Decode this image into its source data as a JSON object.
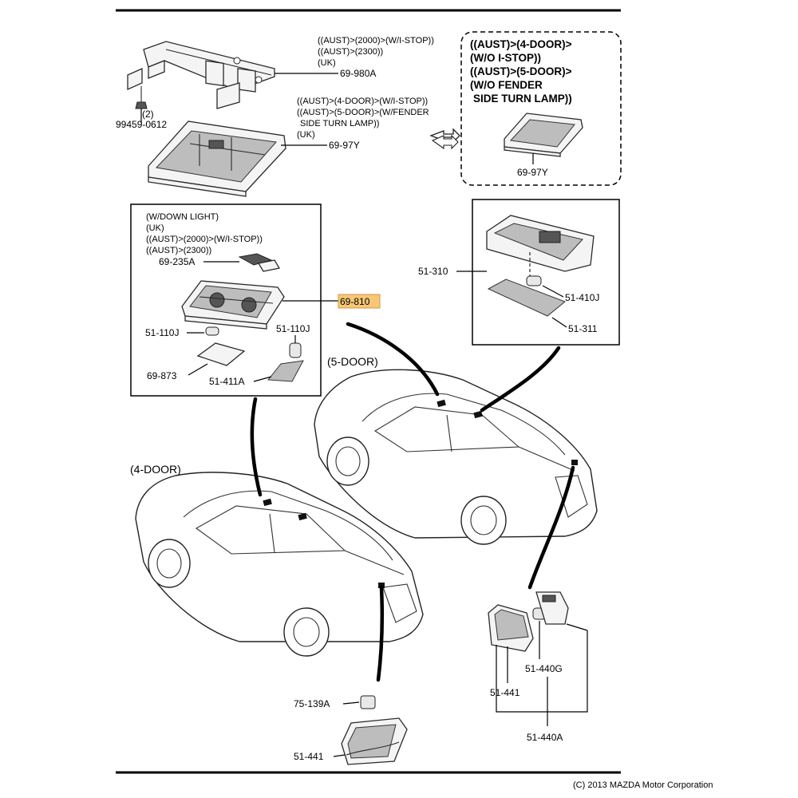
{
  "parts": {
    "p_69_980A": "69-980A",
    "p_99459_0612": "99459-0612",
    "p_99459_qty": "(2)",
    "p_69_97Y_main": "69-97Y",
    "p_69_97Y_alt": "69-97Y",
    "p_69_235A": "69-235A",
    "p_69_810": "69-810",
    "p_51_110J_left": "51-110J",
    "p_51_110J_right": "51-110J",
    "p_69_873": "69-873",
    "p_51_411A": "51-411A",
    "p_51_310": "51-310",
    "p_51_410J": "51-410J",
    "p_51_311": "51-311",
    "p_75_139A": "75-139A",
    "p_51_441_bottom": "51-441",
    "p_51_441_right": "51-441",
    "p_51_440G": "51-440G",
    "p_51_440A": "51-440A"
  },
  "notes": {
    "bracket_1": "((AUST)>(2000)>(W/I-STOP))",
    "bracket_2": "((AUST)>(2300))",
    "bracket_3": "(UK)",
    "lamp_1": "((AUST)>(4-DOOR)>(W/I-STOP))",
    "lamp_2": "((AUST)>(5-DOOR)>(W/FENDER",
    "lamp_3": "SIDE TURN LAMP))",
    "lamp_4": "(UK)",
    "alt_1": "((AUST)>(4-DOOR)>",
    "alt_2": "(W/O I-STOP))",
    "alt_3": "((AUST)>(5-DOOR)>",
    "alt_4": "(W/O FENDER",
    "alt_5": "SIDE TURN LAMP))",
    "box_1": "(W/DOWN LIGHT)",
    "box_2": "(UK)",
    "box_3": "((AUST)>(2000)>(W/I-STOP))",
    "box_4": "((AUST)>(2300))"
  },
  "headers": {
    "five_door": "(5-DOOR)",
    "four_door": "(4-DOOR)"
  },
  "copyright": "(C) 2013 MAZDA Motor Corporation",
  "colors": {
    "highlight": "#f7c777"
  }
}
